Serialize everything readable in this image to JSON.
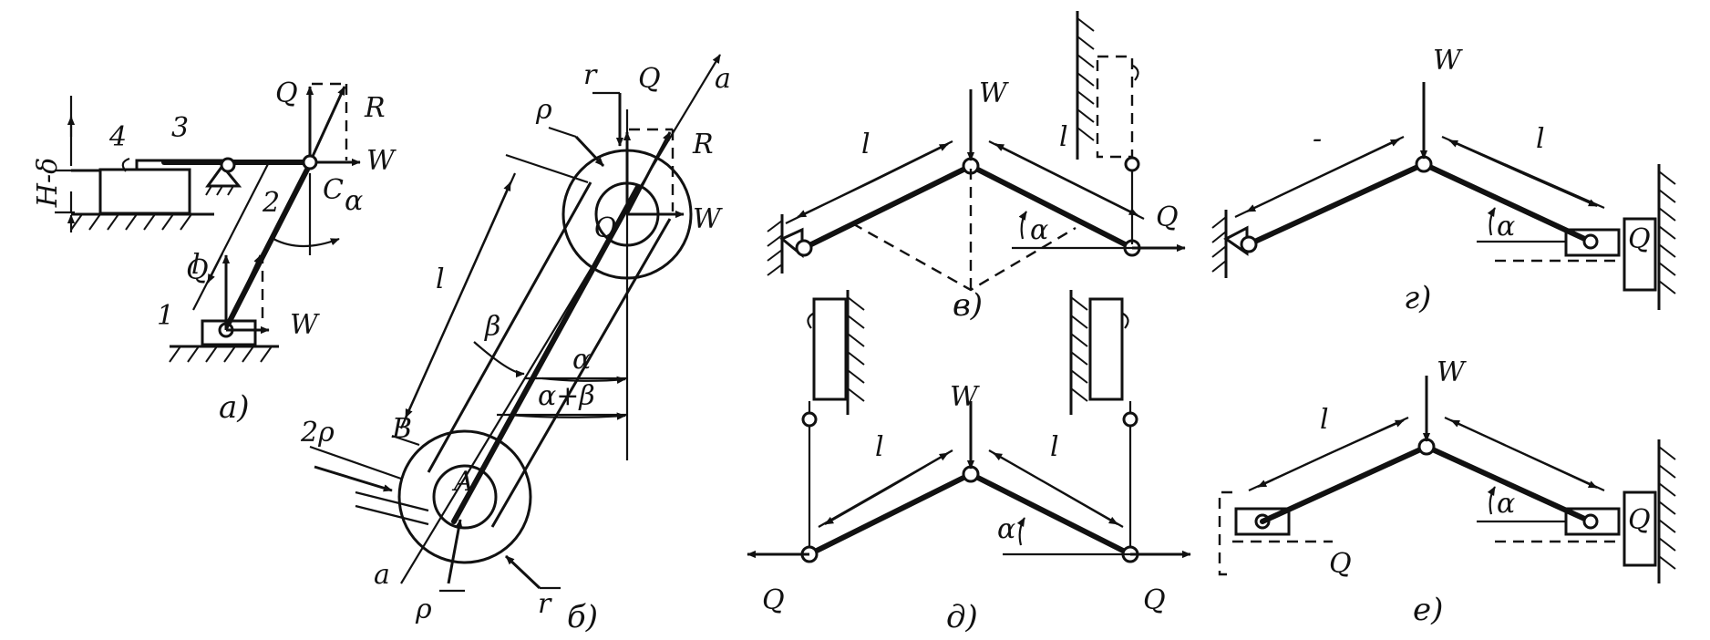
{
  "panel_a": {
    "caption": "а)",
    "labels": {
      "h_delta": "H-δ",
      "n4": "4",
      "n3": "3",
      "n2": "2",
      "n1": "1",
      "l": "l",
      "q_top": "Q",
      "r": "R",
      "w_top": "W",
      "c": "C",
      "alpha": "α",
      "q_bottom": "Q",
      "w_bottom": "W"
    }
  },
  "panel_b": {
    "caption": "б)",
    "labels": {
      "rho_top": "ρ",
      "r_top": "r",
      "q": "Q",
      "a_top": "a",
      "r_force": "R",
      "w": "W",
      "o": "O",
      "l": "l",
      "beta": "β",
      "alpha": "α",
      "alpha_beta": "α+β",
      "two_rho": "2ρ",
      "b": "B",
      "a_point": "A",
      "a_bottom": "a",
      "rho_bottom": "ρ",
      "r_bottom": "r"
    }
  },
  "panel_v": {
    "caption": "в)",
    "labels": {
      "l_left": "l",
      "w": "W",
      "l_right": "l",
      "alpha": "α",
      "q": "Q"
    }
  },
  "panel_g": {
    "caption": "г)",
    "labels": {
      "w": "W",
      "l_left": "-",
      "l_right": "l",
      "alpha": "α",
      "q": "Q"
    }
  },
  "panel_d": {
    "caption": "д)",
    "labels": {
      "w": "W",
      "l_left": "l",
      "l_right": "l",
      "alpha": "α",
      "q_left": "Q",
      "q_right": "Q"
    }
  },
  "panel_e": {
    "caption": "е)",
    "labels": {
      "w": "W",
      "l": "l",
      "alpha": "α",
      "q_left": "Q",
      "q_right": "Q"
    }
  }
}
